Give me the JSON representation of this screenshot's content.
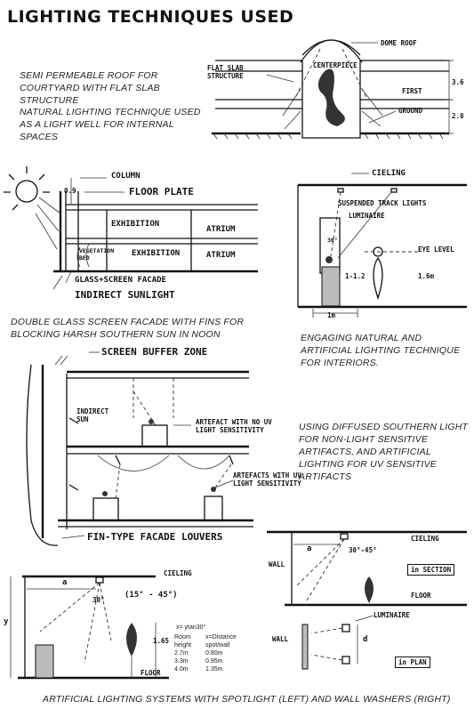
{
  "title": "LIGHTING TECHNIQUES USED",
  "section1": {
    "caption_a": "SEMI PERMEABLE ROOF FOR COURTYARD WITH FLAT SLAB STRUCTURE",
    "caption_b": "NATURAL LIGHTING TECHNIQUE USED AS A LIGHT WELL FOR INTERNAL SPACES",
    "labels": {
      "dome_roof": "DOME ROOF",
      "flat_slab": "FLAT SLAB STRUCTURE",
      "centerpiece": "CENTERPIECE",
      "first": "FIRST",
      "ground": "GROUND",
      "dim_upper": "3.6",
      "dim_lower": "2.8"
    }
  },
  "section2": {
    "caption": "DOUBLE GLASS SCREEN FACADE WITH FINS FOR BLOCKING HARSH SOUTHERN SUN IN NOON",
    "labels": {
      "column": "COLUMN",
      "floor_plate": "FLOOR PLATE",
      "exhibition_upper": "EXHIBITION",
      "atrium_upper": "ATRIUM",
      "exhibition_lower": "EXHIBITION",
      "atrium_lower": "ATRIUM",
      "vegetation_bed": "VEGETATION BED",
      "glass_screen": "GLASS+SCREEN FACADE",
      "indirect_sunlight": "INDIRECT SUNLIGHT",
      "dim": "0.9"
    }
  },
  "section3": {
    "caption": "ENGAGING NATURAL AND ARTIFICIAL LIGHTING TECHNIQUE FOR INTERIORS.",
    "labels": {
      "ceiling": "CIELING",
      "track_lights": "SUSPENDED TRACK LIGHTS",
      "luminaire": "LUMINAIRE",
      "angle": "30°",
      "eye_level": "EYE LEVEL",
      "eye_height": "1.6m",
      "height": "1-1.2",
      "distance": "1m"
    }
  },
  "section4": {
    "caption": "USING DIFFUSED SOUTHERN LIGHT FOR NON-LIGHT SENSITIVE ARTIFACTS, AND ARTIFICIAL LIGHTING FOR UV SENSITIVE ARTIFACTS",
    "labels": {
      "screen_buffer": "SCREEN BUFFER ZONE",
      "indirect_sun": "INDIRECT SUN",
      "artefact_no_uv": "ARTEFACT WITH NO UV LIGHT SENSITIVITY",
      "artefacts_uv": "ARTEFACTS WITH UV LIGHT SENSITIVITY",
      "fin_louvers": "FIN-TYPE FACADE LOUVERS"
    }
  },
  "section5": {
    "caption": "ARTIFICIAL LIGHTING SYSTEMS WITH SPOTLIGHT (LEFT) AND WALL WASHERS (RIGHT)",
    "left": {
      "ceiling": "CIELING",
      "a": "a",
      "y": "y",
      "angle": "30°",
      "range": "(15° - 45°)",
      "height": "1.65",
      "floor": "FLOOR",
      "formula": "x= ytan30°",
      "table_headers": [
        "Room height",
        "x=Distance spot/wall"
      ],
      "table_rows": [
        [
          "2.7m",
          "0.80m"
        ],
        [
          "3.3m",
          "0.95m"
        ],
        [
          "4.0m",
          "1.35m"
        ]
      ]
    },
    "right": {
      "ceiling": "CIELING",
      "wall_section": "WALL",
      "a": "a",
      "angle": "30°-45°",
      "in_section": "in SECTION",
      "floor": "FLOOR",
      "luminaire": "LUMINAIRE",
      "wall_plan": "WALL",
      "d": "d",
      "in_plan": "in PLAN"
    }
  }
}
